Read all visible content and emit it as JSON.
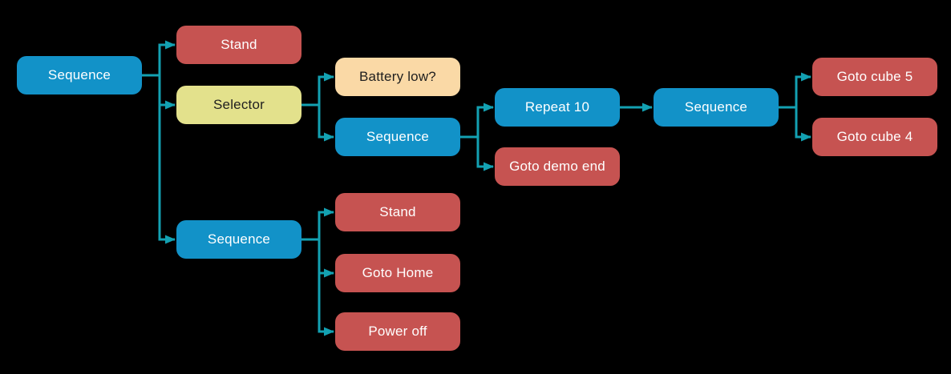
{
  "diagram": {
    "kind": "behavior-tree",
    "palette": {
      "background": "#000000",
      "node-blue": "#1292c8",
      "node-red": "#c65351",
      "node-yellow": "#e3e18c",
      "node-peach": "#fad9a6",
      "edge-teal": "#13a1b2",
      "text-light": "#ffffff",
      "text-dark": "#1f1f1f"
    },
    "nodes": {
      "root": {
        "label": "Sequence",
        "color": "blue"
      },
      "stand_top": {
        "label": "Stand",
        "color": "red"
      },
      "selector": {
        "label": "Selector",
        "color": "yellow"
      },
      "battery_low": {
        "label": "Battery low?",
        "color": "peach"
      },
      "sequence_mid": {
        "label": "Sequence",
        "color": "blue"
      },
      "repeat_10": {
        "label": "Repeat 10",
        "color": "blue"
      },
      "goto_demo_end": {
        "label": "Goto demo end",
        "color": "red"
      },
      "sequence_right": {
        "label": "Sequence",
        "color": "blue"
      },
      "goto_cube_5": {
        "label": "Goto cube 5",
        "color": "red"
      },
      "goto_cube_4": {
        "label": "Goto cube 4",
        "color": "red"
      },
      "sequence_bottom": {
        "label": "Sequence",
        "color": "blue"
      },
      "stand_bottom": {
        "label": "Stand",
        "color": "red"
      },
      "goto_home": {
        "label": "Goto Home",
        "color": "red"
      },
      "power_off": {
        "label": "Power off",
        "color": "red"
      }
    },
    "edges": [
      {
        "from": "root",
        "to": "stand_top"
      },
      {
        "from": "root",
        "to": "selector"
      },
      {
        "from": "root",
        "to": "sequence_bottom"
      },
      {
        "from": "selector",
        "to": "battery_low"
      },
      {
        "from": "selector",
        "to": "sequence_mid"
      },
      {
        "from": "sequence_mid",
        "to": "repeat_10"
      },
      {
        "from": "sequence_mid",
        "to": "goto_demo_end"
      },
      {
        "from": "repeat_10",
        "to": "sequence_right"
      },
      {
        "from": "sequence_right",
        "to": "goto_cube_5"
      },
      {
        "from": "sequence_right",
        "to": "goto_cube_4"
      },
      {
        "from": "sequence_bottom",
        "to": "stand_bottom"
      },
      {
        "from": "sequence_bottom",
        "to": "goto_home"
      },
      {
        "from": "sequence_bottom",
        "to": "power_off"
      }
    ]
  }
}
